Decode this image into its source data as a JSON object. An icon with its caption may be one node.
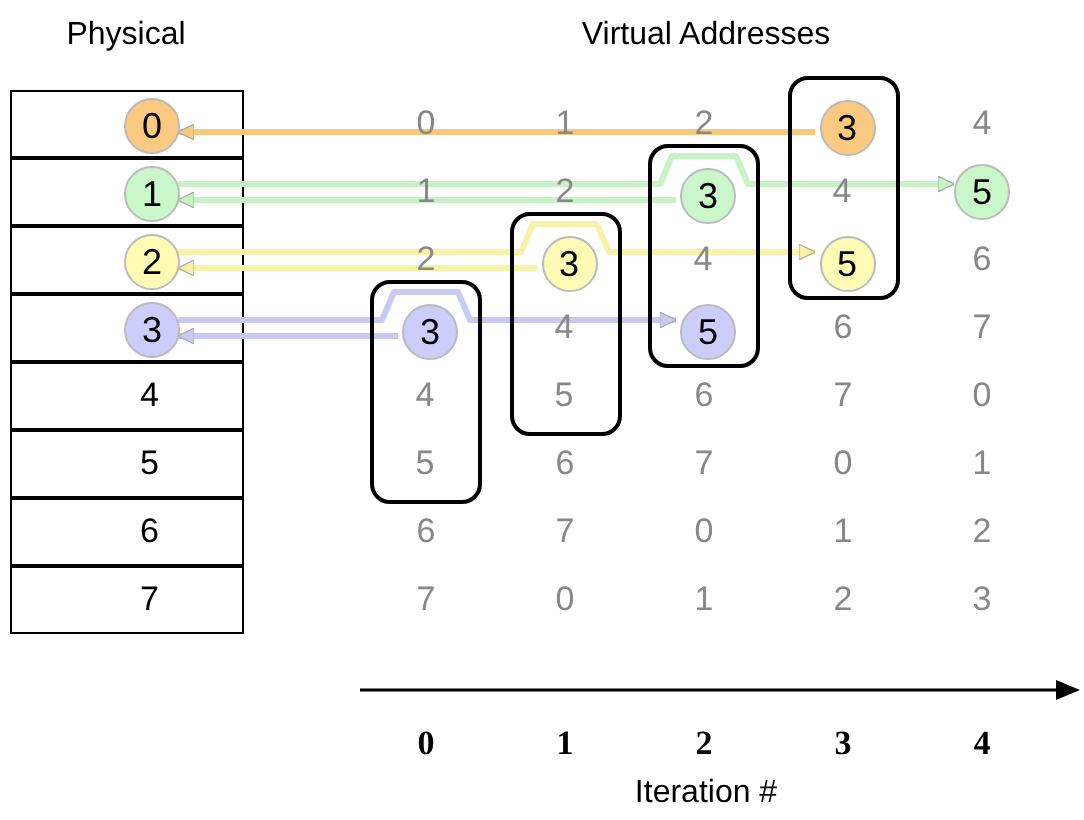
{
  "diagram": {
    "nodes": [
      {
        "text": [],
        "shape": "box"
      },
      {
        "text": [
          "0"
        ],
        "in": 0
      },
      {
        "text": [],
        "shape": "box"
      },
      {
        "text": [
          "1"
        ],
        "in": 2
      },
      {
        "text": [],
        "shape": "box"
      },
      {
        "text": [
          "2"
        ],
        "in": 4
      },
      {
        "text": [],
        "shape": "box"
      },
      {
        "text": [
          "3"
        ],
        "in": 6
      },
      {
        "text": [
          "4"
        ]
      },
      {
        "text": [
          "5"
        ]
      },
      {
        "text": [
          "6"
        ]
      },
      {
        "text": [
          "7"
        ]
      },
      {
        "text": [
          "4"
        ]
      },
      {
        "text": [
          "3"
        ],
        "in": 12
      },
      {
        "text": [
          "5"
        ],
        "in": 12
      },
      {
        "text": [
          "4"
        ]
      },
      {
        "text": [
          "3"
        ],
        "in": 15
      },
      {
        "text": [
          "5"
        ],
        "in": 15
      },
      {
        "text": [
          "5"
        ]
      },
      {
        "text": [
          "4",
          "5"
        ]
      },
      {
        "text": [
          "3"
        ],
        "in": 19
      },
      {
        "text": [
          "4",
          "5"
        ]
      },
      {
        "text": [
          "3"
        ],
        "in": 21
      }
    ],
    "edges": [
      {
        "from": 13,
        "to": 1,
        "arrow": "to",
        "color": "#f7c97c"
      },
      {
        "from": 3,
        "to": 18,
        "arrow": "to",
        "color": "#c6f2c6"
      },
      {
        "from": 16,
        "to": 3,
        "arrow": "to",
        "color": "#c6f2c6"
      },
      {
        "from": 5,
        "to": 14,
        "arrow": "to",
        "color": "#f8f1a8"
      },
      {
        "from": 20,
        "to": 5,
        "arrow": "to",
        "color": "#f8f1a8"
      },
      {
        "from": 7,
        "to": 17,
        "arrow": "to",
        "color": "#c9c9f4"
      },
      {
        "from": 22,
        "to": 7,
        "arrow": "to",
        "color": "#c9c9f4"
      }
    ],
    "labels": [
      "Physical",
      "Virtual Addresses",
      "0",
      "1",
      "2",
      "4",
      "1",
      "2",
      "2",
      "6",
      "6",
      "7",
      "6",
      "7",
      "0",
      "6",
      "7",
      "0",
      "1",
      "6",
      "7",
      "0",
      "1",
      "2",
      "7",
      "0",
      "1",
      "2",
      "3",
      "0",
      "1",
      "2",
      "3",
      "4",
      "Iteration #"
    ]
  }
}
